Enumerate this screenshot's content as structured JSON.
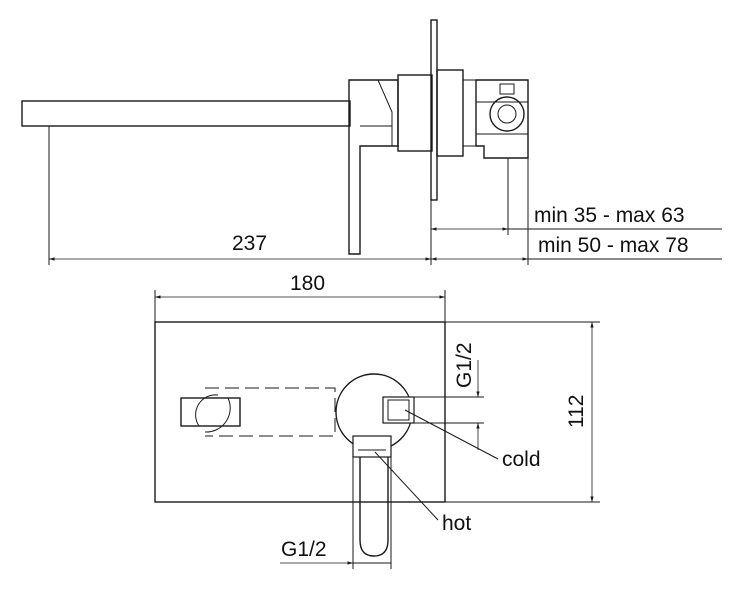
{
  "dimensions": {
    "total_projection": "237",
    "wall_depth_min_max_1": "min 35 - max 63",
    "wall_depth_min_max_2": "min 50 - max 78",
    "plate_width": "180",
    "plate_height": "112",
    "thread_side": "G1/2",
    "thread_bottom": "G1/2"
  },
  "labels": {
    "cold": "cold",
    "hot": "hot"
  }
}
